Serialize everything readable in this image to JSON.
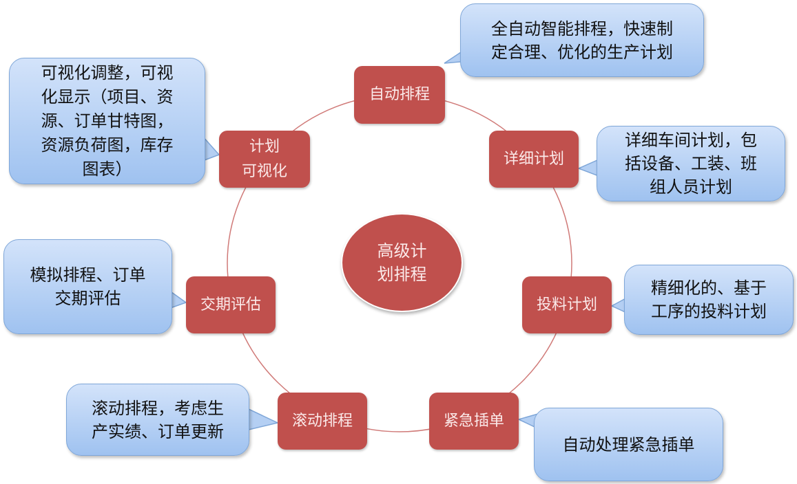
{
  "center": {
    "line1": "高级计",
    "line2": "划排程"
  },
  "nodes": [
    {
      "lines": [
        "自动排程"
      ]
    },
    {
      "lines": [
        "详细计划"
      ]
    },
    {
      "lines": [
        "投料计划"
      ]
    },
    {
      "lines": [
        "紧急插单"
      ]
    },
    {
      "lines": [
        "滚动排程"
      ]
    },
    {
      "lines": [
        "交期评估"
      ]
    },
    {
      "lines": [
        "计划",
        "可视化"
      ]
    }
  ],
  "callouts": [
    {
      "lines": [
        "全自动智能排程，快速制",
        "定合理、优化的生产计划"
      ]
    },
    {
      "lines": [
        "详细车间计划，包",
        "括设备、工装、班",
        "组人员计划"
      ]
    },
    {
      "lines": [
        "精细化的、基于",
        "工序的投料计划"
      ]
    },
    {
      "lines": [
        "自动处理紧急插单"
      ]
    },
    {
      "lines": [
        "滚动排程，考虑生",
        "产实绩、订单更新"
      ]
    },
    {
      "lines": [
        "模拟排程、订单",
        "交期评估"
      ]
    },
    {
      "lines": [
        "可视化调整，可视",
        "化显示（项目、资",
        "源、订单甘特图，",
        "资源负荷图，库存",
        "图表）"
      ]
    }
  ]
}
